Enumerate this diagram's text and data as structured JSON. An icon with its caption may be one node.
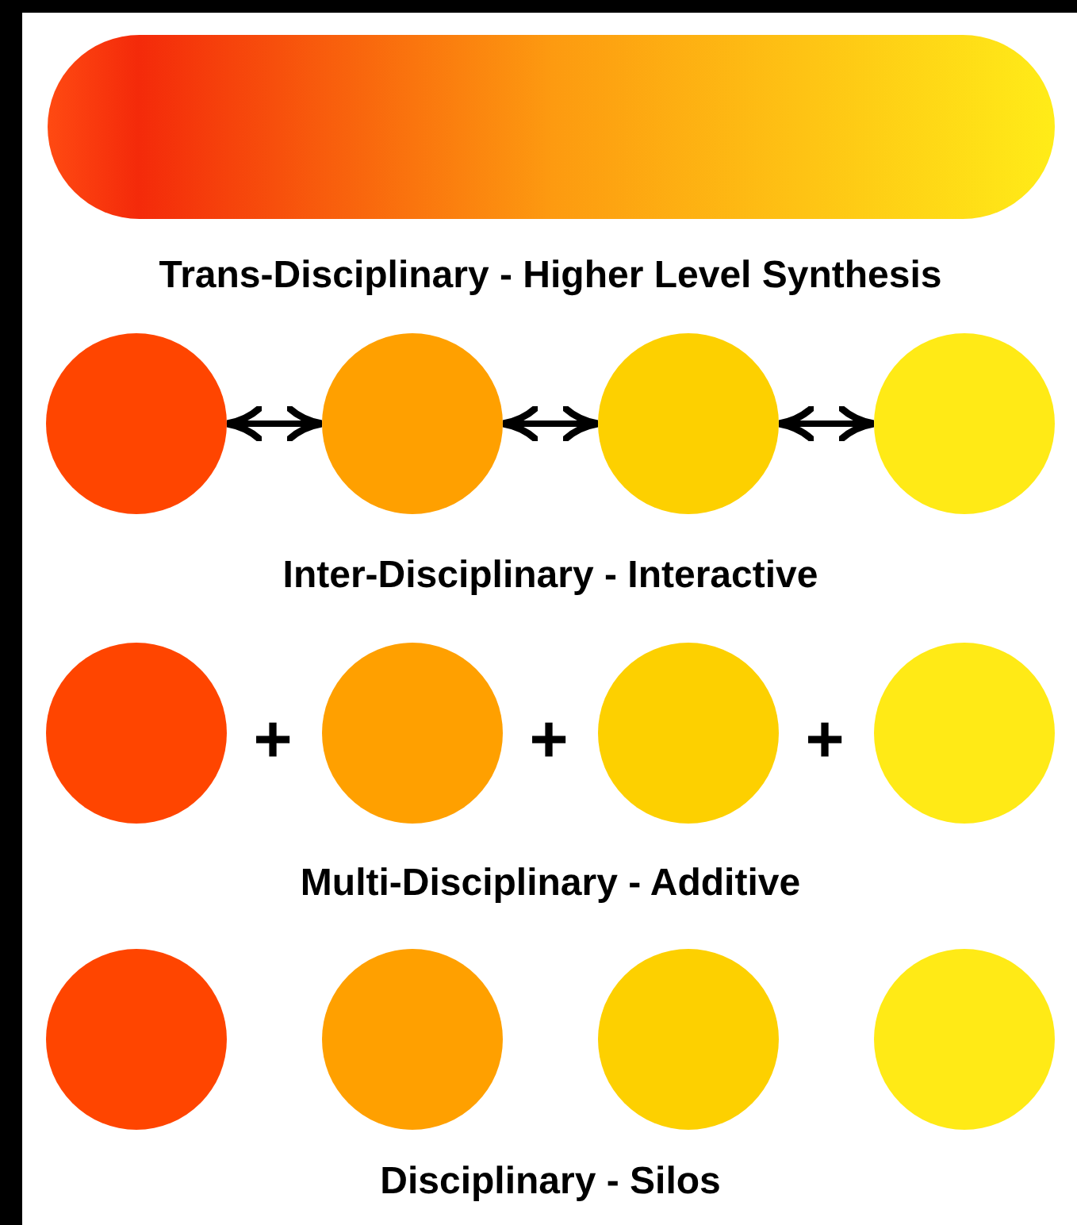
{
  "diagram": {
    "nodes": [
      {
        "text": [],
        "shape": "bar"
      },
      {
        "text": [],
        "shape": "circle"
      },
      {
        "text": [],
        "shape": "circle"
      },
      {
        "text": [],
        "shape": "circle"
      },
      {
        "text": [],
        "shape": "circle"
      },
      {
        "text": [],
        "shape": "circle"
      },
      {
        "text": [],
        "shape": "circle"
      },
      {
        "text": [],
        "shape": "circle"
      },
      {
        "text": [],
        "shape": "circle"
      },
      {
        "text": [],
        "shape": "circle"
      },
      {
        "text": [],
        "shape": "circle"
      },
      {
        "text": [],
        "shape": "circle"
      },
      {
        "text": [],
        "shape": "circle"
      }
    ],
    "edges": [
      {
        "from": 1,
        "to": 2,
        "arrow": "both"
      },
      {
        "from": 2,
        "to": 3,
        "arrow": "both"
      },
      {
        "from": 3,
        "to": 4,
        "arrow": "both"
      }
    ],
    "labels": [
      "Trans-Disciplinary - Higher Level Synthesis",
      "Inter-Disciplinary - Interactive",
      "+",
      "+",
      "+",
      "Multi-Disciplinary - Additive",
      "Disciplinary - Silos"
    ]
  }
}
